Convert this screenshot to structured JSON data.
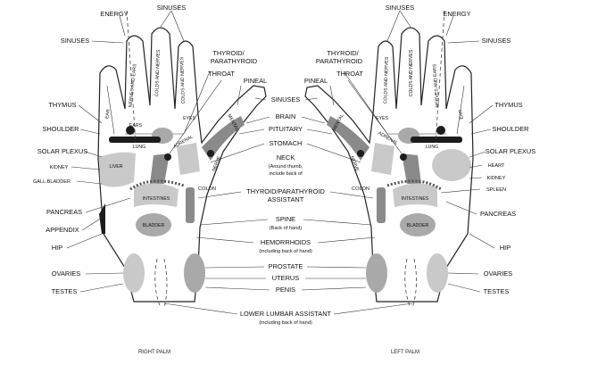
{
  "center_labels": {
    "sinuses": "SINUSES",
    "brain": "BRAIN",
    "pituitary": "PITUITARY",
    "stomach": "STOMACH",
    "neck": "NECK",
    "neck_note_1": "(Around thumb,",
    "neck_note_2": "include back of",
    "thyroid_assistant_1": "THYROID/PARATHYROID",
    "thyroid_assistant_2": "ASSISTANT",
    "spine": "SPINE",
    "spine_note": "(Back of hand)",
    "hemorrhoids": "HEMORRHOIDS",
    "hemorrhoids_note": "(including back of hand)",
    "prostate": "PROSTATE",
    "uterus": "UTERUS",
    "penis": "PENIS",
    "lower_lumbar": "LOWER LUMBAR ASSISTANT",
    "lower_lumbar_note": "(including back of hand)"
  },
  "right_palm": {
    "caption": "RIGHT PALM",
    "labels": {
      "energy": "ENERGY",
      "sinuses_top": "SINUSES",
      "sinuses_left": "SINUSES",
      "thyroid_1": "THYROID/",
      "thyroid_2": "PARATHYROID",
      "throat": "THROAT",
      "pineal": "PINEAL",
      "thymus": "THYMUS",
      "shoulder": "SHOULDER",
      "solar_plexus": "SOLAR PLEXUS",
      "kidney": "KIDNEY",
      "gall_bladder": "GALL BLADDER",
      "pancreas": "PANCREAS",
      "appendix": "APPENDIX",
      "hip": "HIP",
      "ovaries": "OVARIES",
      "testes": "TESTES",
      "colon": "COLON"
    },
    "inside": {
      "ear": "EAR",
      "nerves_and_ears": "NERVES AND EARS",
      "colds_and_nerves_1": "COLDS AND NERVES",
      "colds_and_nerves_2": "COLDS AND NERVES",
      "ears": "EARS",
      "eyes": "EYES",
      "lung": "LUNG",
      "adrenal": "ADRENAL",
      "liver": "LIVER",
      "intestines": "INTESTINES",
      "bladder": "BLADDER",
      "mental": "MENTAL",
      "nerve": "NERVE"
    }
  },
  "left_palm": {
    "caption": "LEFT PALM",
    "labels": {
      "sinuses_top": "SINUSES",
      "energy": "ENERGY",
      "sinuses_right": "SINUSES",
      "thyroid_1": "THYROID/",
      "thyroid_2": "PARATHYROID",
      "throat": "THROAT",
      "pineal": "PINEAL",
      "thymus": "THYMUS",
      "shoulder": "SHOULDER",
      "solar_plexus": "SOLAR PLEXUS",
      "heart": "HEART",
      "kidney": "KIDNEY",
      "spleen": "SPLEEN",
      "pancreas": "PANCREAS",
      "hip": "HIP",
      "ovaries": "OVARIES",
      "testes": "TESTES",
      "colon": "COLON"
    },
    "inside": {
      "colds_and_nerves_1": "COLDS AND NERVES",
      "colds_and_nerves_2": "COLDS AND NERVES",
      "nerves_and_ears": "NERVES AND EARS",
      "ear": "EAR",
      "eyes": "EYES",
      "adrenal": "ADRENAL",
      "lung": "LUNG",
      "intestines": "INTESTINES",
      "bladder": "BLADDER",
      "mental": "MENTAL",
      "nerve": "NERVE"
    }
  }
}
